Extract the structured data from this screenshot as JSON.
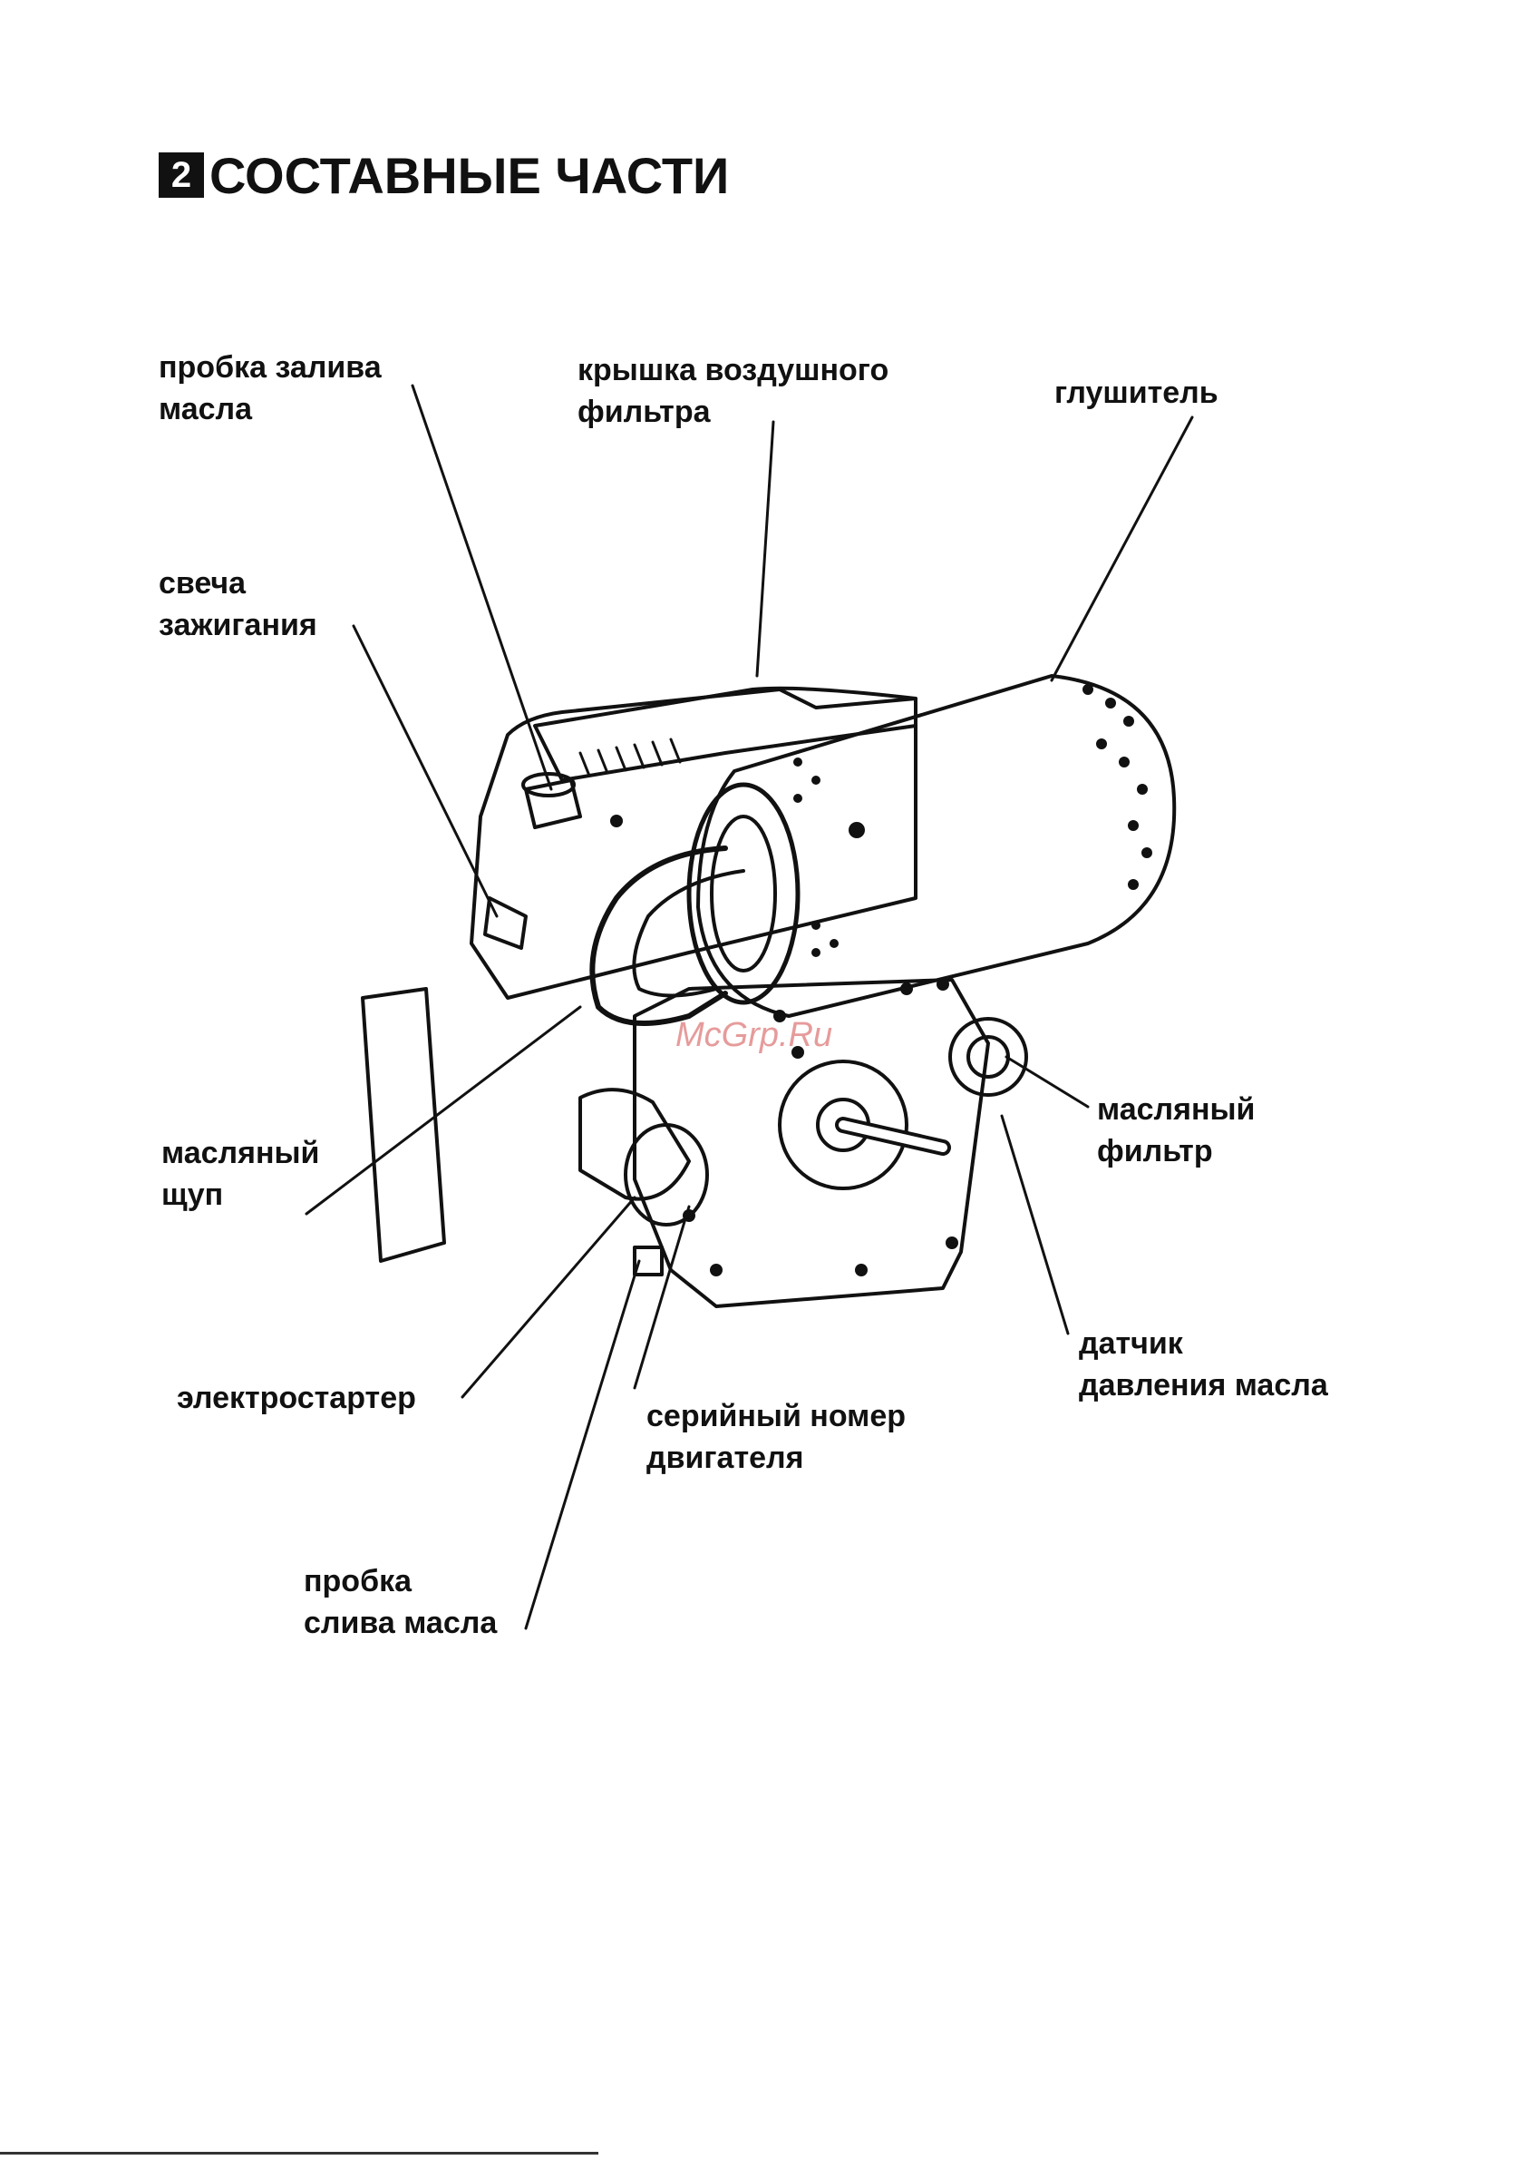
{
  "header": {
    "section_number": "2",
    "title": "СОСТАВНЫЕ ЧАСТИ"
  },
  "labels": {
    "oil_fill_cap": [
      "пробка залива",
      "масла"
    ],
    "air_filter_cover": [
      "крышка воздушного",
      "фильтра"
    ],
    "muffler": [
      "глушитель"
    ],
    "spark_plug": [
      "свеча",
      "зажигания"
    ],
    "dipstick": [
      "масляный",
      "щуп"
    ],
    "oil_filter": [
      "масляный",
      "фильтр"
    ],
    "oil_pressure_sensor": [
      "датчик",
      "давления масла"
    ],
    "electric_starter": [
      "электростартер"
    ],
    "engine_serial_number": [
      "серийный номер",
      "двигателя"
    ],
    "oil_drain_plug": [
      "пробка",
      "слива масла"
    ]
  },
  "watermark": "McGrp.Ru"
}
